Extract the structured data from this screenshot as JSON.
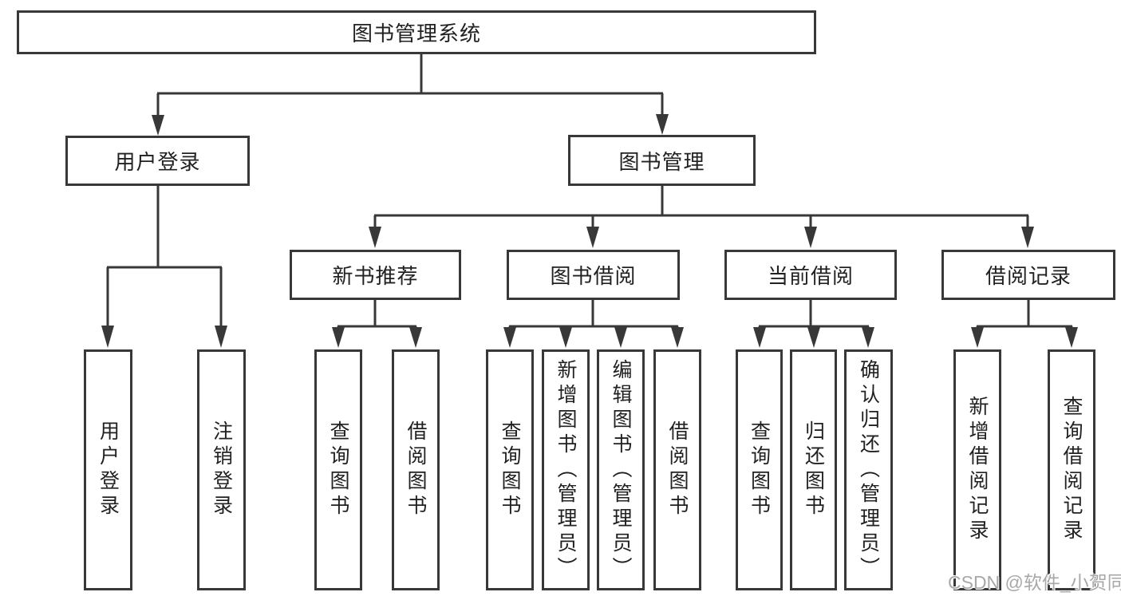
{
  "colors": {
    "line": "#383838",
    "box_border": "#383838",
    "text": "#212121",
    "watermark": "#a8a8a8",
    "background": "#ffffff"
  },
  "diagram": {
    "root": {
      "label": "图书管理系统"
    },
    "level2": [
      {
        "label": "用户登录",
        "children": [
          {
            "label": "用户登录"
          },
          {
            "label": "注销登录"
          }
        ]
      },
      {
        "label": "图书管理",
        "children": [
          {
            "label": "新书推荐",
            "children": [
              {
                "label": "查询图书"
              },
              {
                "label": "借阅图书"
              }
            ]
          },
          {
            "label": "图书借阅",
            "children": [
              {
                "label": "查询图书"
              },
              {
                "label": "新增图书（管理员）"
              },
              {
                "label": "编辑图书（管理员）"
              },
              {
                "label": "借阅图书"
              }
            ]
          },
          {
            "label": "当前借阅",
            "children": [
              {
                "label": "查询图书"
              },
              {
                "label": "归还图书"
              },
              {
                "label": "确认归还（管理员）"
              }
            ]
          },
          {
            "label": "借阅记录",
            "children": [
              {
                "label": "新增借阅记录"
              },
              {
                "label": "查询借阅记录"
              }
            ]
          }
        ]
      }
    ]
  },
  "watermark": {
    "text": "CSDN @软件_小贺同学"
  }
}
